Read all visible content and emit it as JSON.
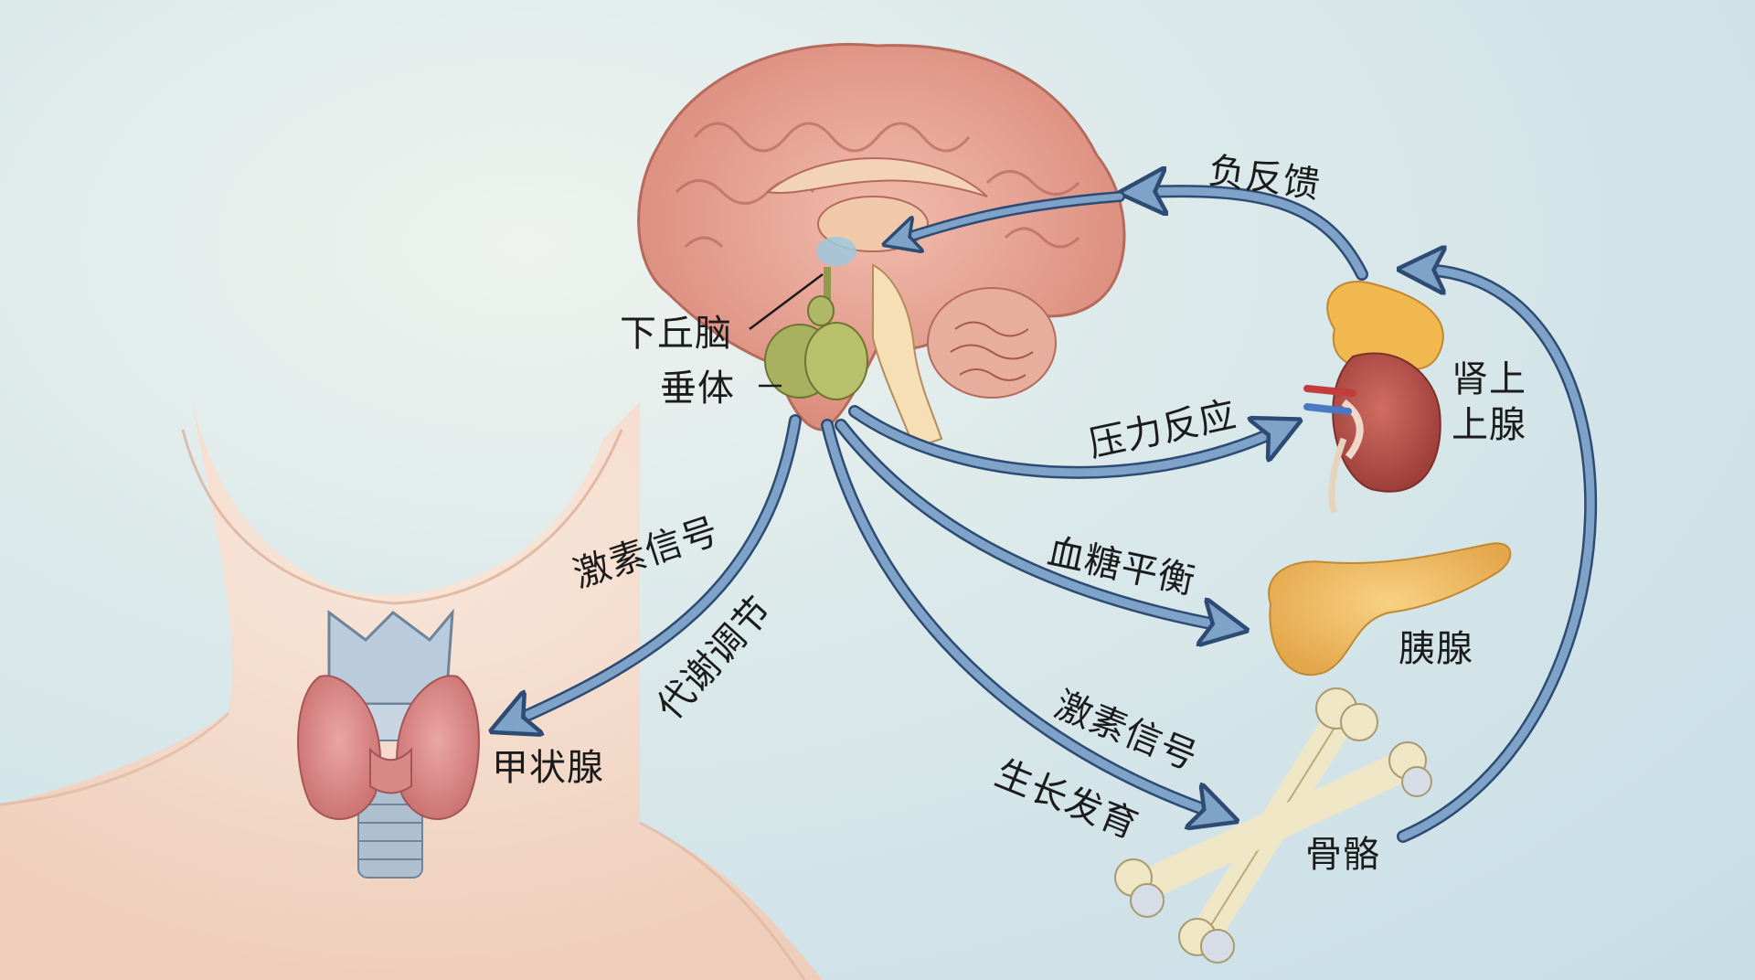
{
  "labels": {
    "hypothalamus": "下丘脑",
    "pituitary": "垂体",
    "adrenal": "肾上上腺",
    "adrenal_line1": "肾上",
    "adrenal_line2": "上腺",
    "pancreas": "胰腺",
    "bone": "骨骼",
    "thyroid": "甲状腺"
  },
  "arrows": {
    "negative_feedback": "负反馈",
    "stress_response": "压力反应",
    "blood_sugar": "血糖平衡",
    "hormone_signal_thyroid": "激素信号",
    "metabolism": "代谢调节",
    "hormone_signal_bone": "激素信号",
    "growth": "生长发育"
  },
  "colors": {
    "arrow_fill": "#7fa2c8",
    "arrow_stroke": "#2e4b73",
    "brain": "#e9a89a",
    "pituitary": "#a7b15f",
    "kidney": "#b5514a",
    "adrenal_gland": "#f0b84f",
    "pancreas": "#f1c266",
    "bone": "#efe6c6",
    "thyroid": "#dd8f8f",
    "skin": "#f6dccd"
  }
}
